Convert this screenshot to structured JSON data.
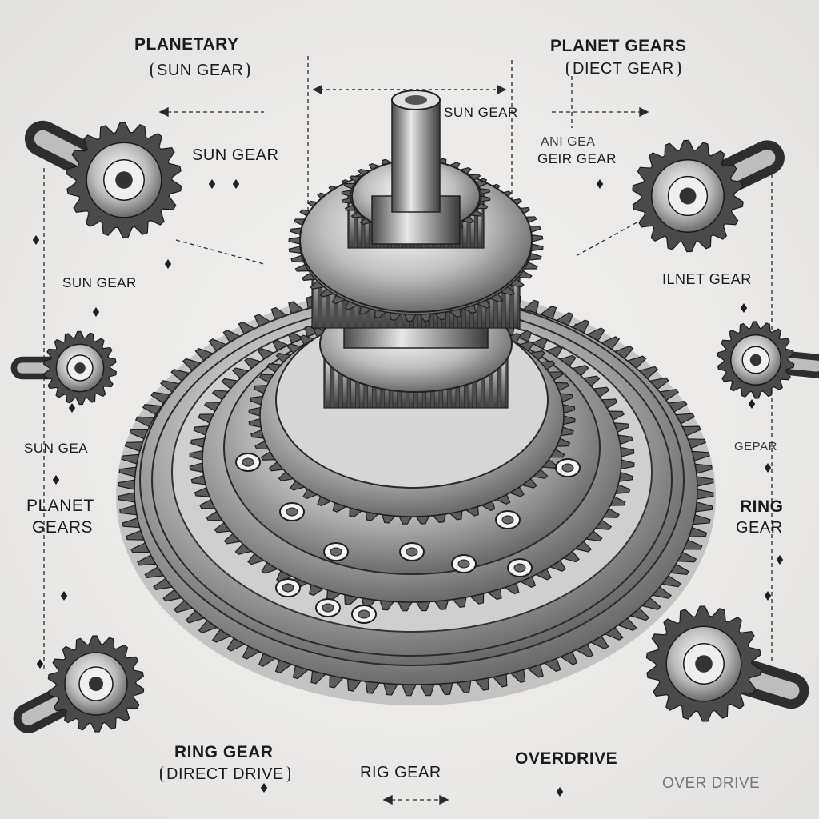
{
  "labels": {
    "top_left_title": "PLANETARY",
    "top_left_sub": "SUN GEAR",
    "top_right_title": "PLANET GEARS",
    "top_right_sub": "DIECT GEAR",
    "center_top": "SUN GEAR",
    "left_upper": "SUN GEAR",
    "right_upper_line1": "ANI GEA",
    "right_upper_line2": "GEIR GEAR",
    "left_mid": "SUN GEAR",
    "right_mid": "ILNET GEAR",
    "left_lower": "SUN GEA",
    "right_lower": "GEPAR",
    "left_planet_line1": "PLANET",
    "left_planet_line2": "GEARS",
    "right_ring_line1": "RING",
    "right_ring_line2": "GEAR",
    "bottom_left_line1": "RING GEAR",
    "bottom_left_line2": "DIRECT DRIVE",
    "bottom_center": "RIG GEAR",
    "bottom_right_bold": "OVERDRIVE",
    "bottom_right_faint": "OVER DRIVE"
  },
  "colors": {
    "ink": "#1b1b1b",
    "metal_dark": "#2b2b2b",
    "metal_mid": "#7d7d7d",
    "metal_light": "#d9d9d9",
    "background": "#ecebea"
  }
}
